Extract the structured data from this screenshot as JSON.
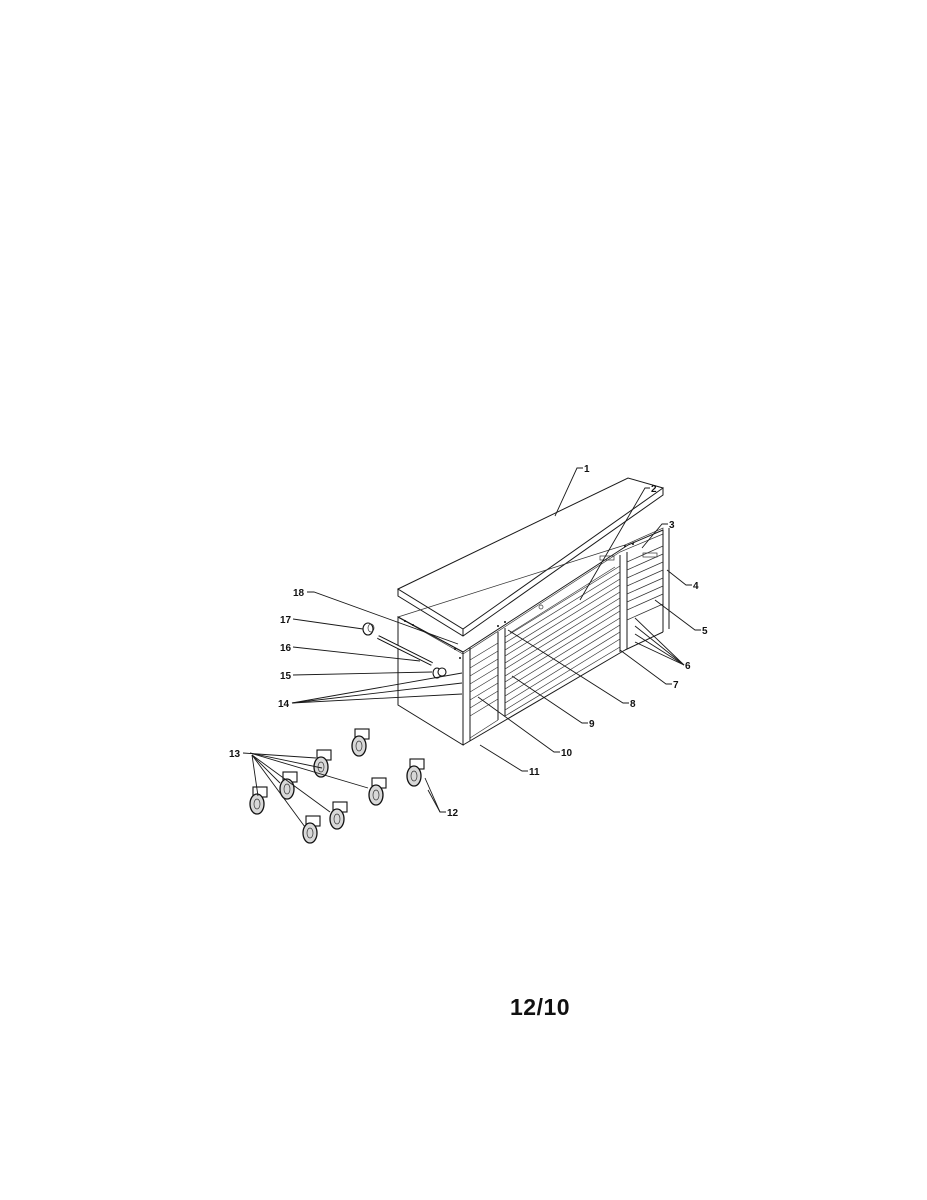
{
  "callouts": {
    "c1": "1",
    "c2": "2",
    "c3": "3",
    "c4": "4",
    "c5": "5",
    "c6": "6",
    "c7": "7",
    "c8": "8",
    "c9": "9",
    "c10": "10",
    "c11": "11",
    "c12": "12",
    "c13": "13",
    "c14": "14",
    "c15": "15",
    "c16": "16",
    "c17": "17",
    "c18": "18"
  },
  "footer": {
    "date_code": "12/10"
  }
}
